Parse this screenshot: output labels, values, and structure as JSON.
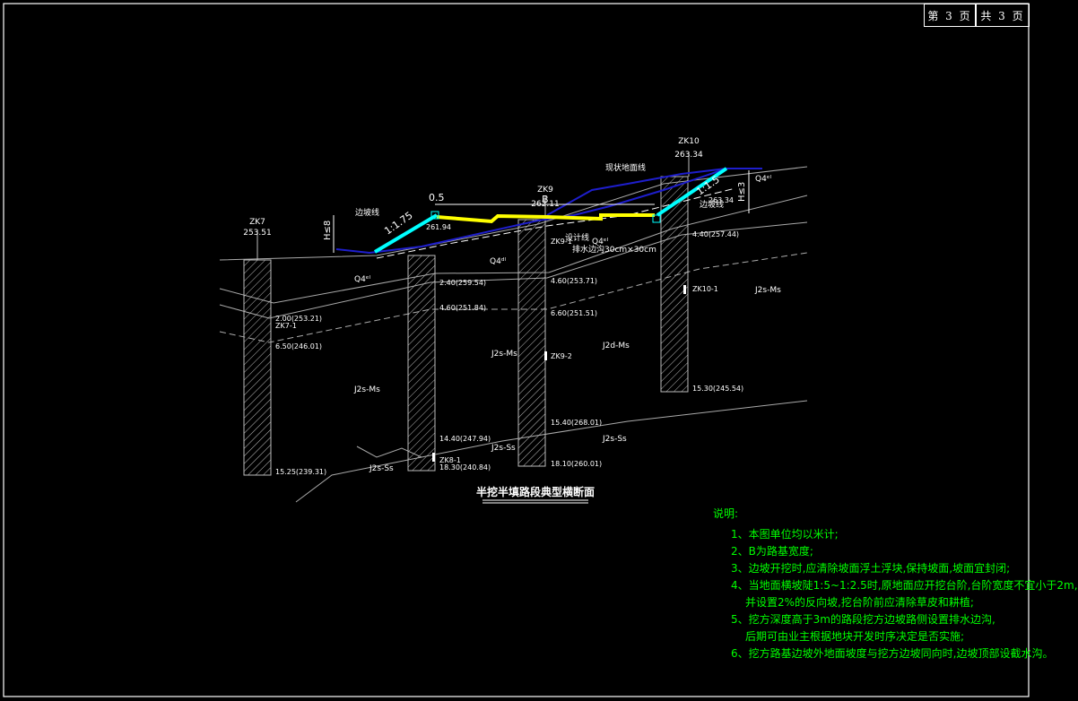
{
  "page": {
    "current": "第 3 页",
    "total": "共 3 页"
  },
  "title": "半挖半填路段典型横断面",
  "boreholes": [
    {
      "id": "ZK7",
      "elev": "253.51"
    },
    {
      "id": "ZK9",
      "elev": "262.11"
    },
    {
      "id": "ZK10",
      "elev": "263.34"
    }
  ],
  "labels": {
    "ratio_left": "1:1.75",
    "ratio_right": "1:1.5",
    "ratio_top": "0.5",
    "road_width": "B",
    "h_left": "H≤8",
    "h_right": "H≤3",
    "slope_line_left": "边坡线",
    "slope_line_right": "边坡线",
    "ground_line": "现状地面线",
    "design_line": "设计线",
    "drain": "排水边沟30cm×30cm",
    "left_elev": "261.94",
    "zk10_mid": "263.34"
  },
  "strata": {
    "q_left": "Q4ᵉˡ",
    "q_mid": "Q4ᵈˡ",
    "q_mid2": "Q4ᵉˡ",
    "q_right": "Q4ᵉˡ",
    "j1": "J2s-Ms",
    "j2": "J2s-Ms",
    "j3": "J2d-Ms",
    "j4": "J2s-Ms",
    "j5": "J2s-Ss",
    "j6": "J2s-Ss",
    "j7": "J2s-Ss"
  },
  "depth_labels": [
    "2.40(259.54)",
    "4.60(251.84)",
    "2.00(253.21)",
    "6.50(246.01)",
    "4.60(253.71)",
    "6.60(251.51)",
    "4.40(257.44)",
    "15.30(245.54)",
    "14.40(247.94)",
    "15.40(268.01)",
    "18.30(240.84)",
    "18.10(260.01)",
    "15.25(239.31)"
  ],
  "sample_labels": [
    "ZK7-1",
    "ZK9-1",
    "ZK9-2",
    "ZK10-1",
    "ZK8-1"
  ],
  "notes": {
    "title": "说明:",
    "items": [
      "1、本图单位均以米计;",
      "2、B为路基宽度;",
      "3、边坡开挖时,应清除坡面浮土浮块,保持坡面,坡面宜封闭;",
      "4、当地面横坡陡1:5~1:2.5时,原地面应开挖台阶,台阶宽度不宜小于2m,",
      "并设置2%的反向坡,挖台阶前应清除草皮和耕植;",
      "5、挖方深度高于3m的路段挖方边坡路侧设置排水边沟,",
      "后期可由业主根据地块开发时序决定是否实施;",
      "6、挖方路基边坡外地面坡度与挖方边坡同向时,边坡顶部设截水沟。"
    ]
  },
  "colors": {
    "ground": "#1e1ecc",
    "design": "#ffff00",
    "slope": "#00ffff",
    "notes": "#00ff00"
  }
}
